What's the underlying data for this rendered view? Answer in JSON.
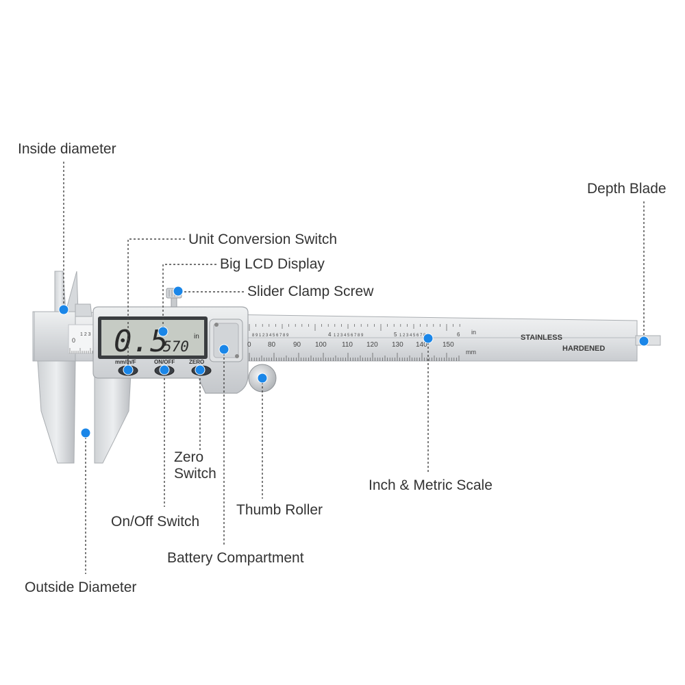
{
  "colors": {
    "dot": "#1a86e8",
    "leader": "#444444",
    "label_text": "#333333",
    "steel_light": "#e9ebed",
    "steel_mid": "#c9ccd0",
    "steel_dark": "#9a9ea3",
    "lcd_background": "#c6cbc4",
    "lcd_digits": "#2b2b2b"
  },
  "lcd": {
    "reading_main": "0.5",
    "reading_fraction": "570",
    "unit": "in"
  },
  "buttons": {
    "unit_label": "mm/in/F",
    "power_label": "ON/OFF",
    "zero_label": "ZERO"
  },
  "scale": {
    "mm_numbers": [
      "0",
      "80",
      "90",
      "100",
      "110",
      "120",
      "130",
      "140",
      "150"
    ],
    "inch_unit": "in",
    "mm_unit": "mm",
    "jaw_inch_small": "0",
    "jaw_inch_digits": "1 2 3",
    "inch_digits_a": "8 9 1 2 3 4 5 6 7 8 9",
    "inch_digits_b": "4",
    "inch_digits_c": "1 2 3 4 5 6 7 8 9",
    "inch_digits_d": "5",
    "inch_digits_e": "1 2 3 4 5 6 7 8 9",
    "inch_digits_f": "6"
  },
  "stamp": {
    "line1": "STAINLESS",
    "line2": "HARDENED"
  },
  "callouts": {
    "inside_diameter": "Inside diameter",
    "depth_blade": "Depth Blade",
    "unit_conversion_switch": "Unit Conversion Switch",
    "big_lcd_display": "Big LCD Display",
    "slider_clamp_screw": "Slider Clamp Screw",
    "zero_switch_line1": "Zero",
    "zero_switch_line2": "Switch",
    "on_off_switch": "On/Off Switch",
    "thumb_roller": "Thumb Roller",
    "inch_metric_scale": "Inch & Metric Scale",
    "battery_compartment": "Battery Compartment",
    "outside_diameter": "Outside Diameter"
  }
}
